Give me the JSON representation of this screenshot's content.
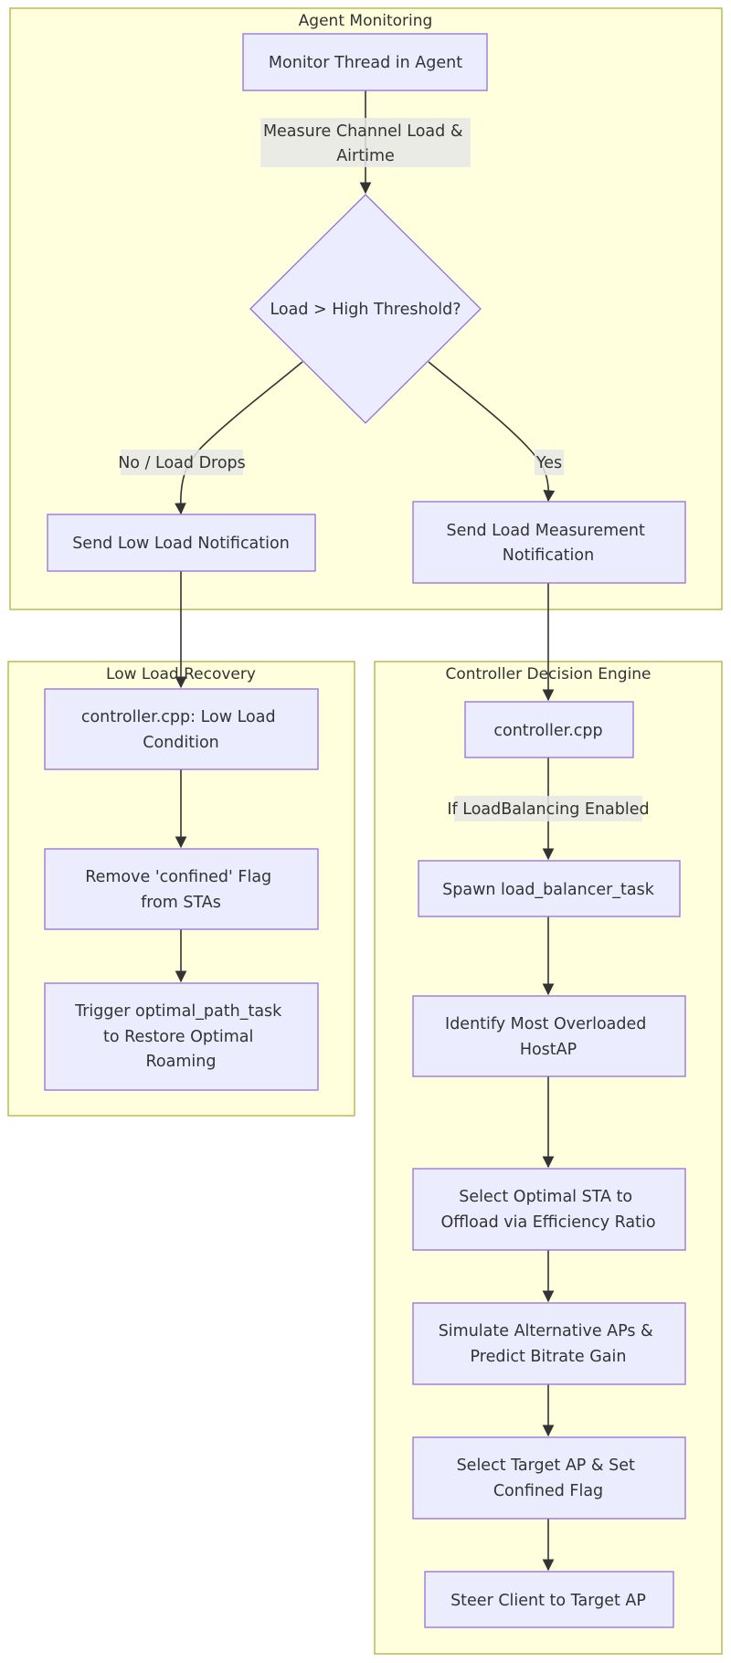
{
  "clusters": {
    "agent_monitoring": "Agent Monitoring",
    "low_load_recovery": "Low Load Recovery",
    "controller_decision_engine": "Controller Decision Engine"
  },
  "nodes": {
    "monitor_thread": [
      "Monitor Thread in Agent"
    ],
    "load_decision": [
      "Load > High Threshold?"
    ],
    "send_low_load": [
      "Send Low Load Notification"
    ],
    "send_load_measurement": [
      "Send Load Measurement",
      "Notification"
    ],
    "low_load_condition": [
      "controller.cpp: Low Load",
      "Condition"
    ],
    "remove_confined": [
      "Remove 'confined' Flag",
      "from STAs"
    ],
    "trigger_optimal": [
      "Trigger optimal_path_task",
      "to Restore Optimal",
      "Roaming"
    ],
    "controller_cpp": [
      "controller.cpp"
    ],
    "spawn_task": [
      "Spawn load_balancer_task"
    ],
    "identify_overloaded": [
      "Identify Most Overloaded",
      "HostAP"
    ],
    "select_sta": [
      "Select Optimal STA to",
      "Offload via Efficiency Ratio"
    ],
    "simulate_aps": [
      "Simulate Alternative APs &",
      "Predict Bitrate Gain"
    ],
    "select_target": [
      "Select Target AP & Set",
      "Confined Flag"
    ],
    "steer_client": [
      "Steer Client to Target AP"
    ]
  },
  "edge_labels": {
    "measure": [
      "Measure Channel Load &",
      "Airtime"
    ],
    "no_branch": [
      "No / Load Drops"
    ],
    "yes_branch": [
      "Yes"
    ],
    "if_lb": [
      "If LoadBalancing Enabled"
    ]
  },
  "colors": {
    "cluster_fill": "#ffffde",
    "cluster_stroke": "#aaaa33",
    "node_fill": "#ececff",
    "node_stroke": "#9370db",
    "edge": "#333333"
  }
}
